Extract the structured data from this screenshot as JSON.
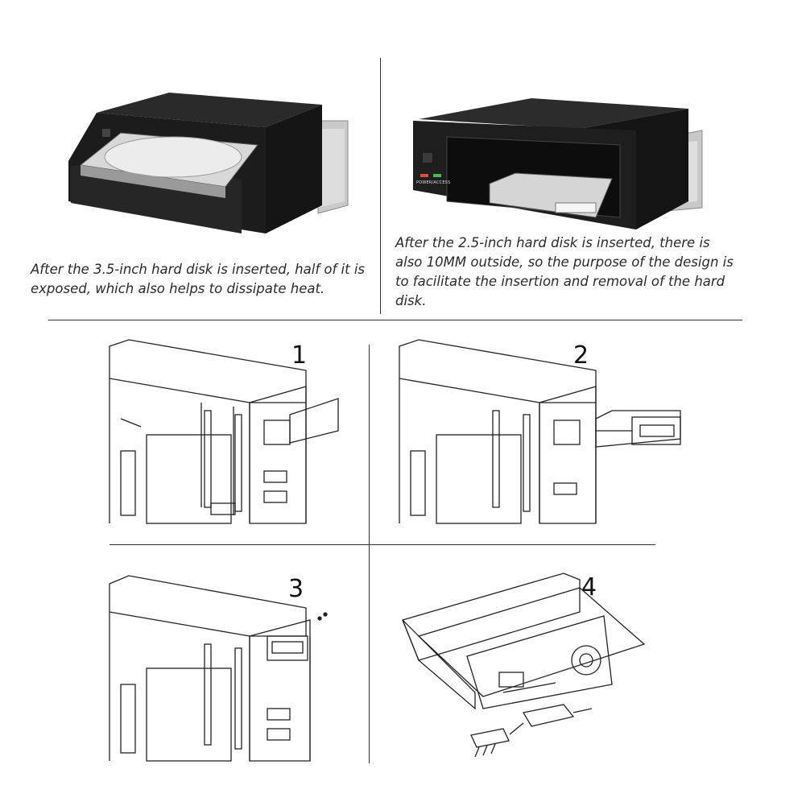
{
  "captions": {
    "top_left": "After the 3.5-inch hard disk is inserted, half of it is exposed, which also helps to dissipate heat.",
    "top_right": "After the 2.5-inch hard disk is inserted, there is also 10MM outside, so the purpose of the design is to facilitate the insertion and removal of the hard disk."
  },
  "enclosure_label": "POWER/ACCESS",
  "steps": [
    {
      "number": "1"
    },
    {
      "number": "2"
    },
    {
      "number": "3"
    },
    {
      "number": "4"
    }
  ]
}
